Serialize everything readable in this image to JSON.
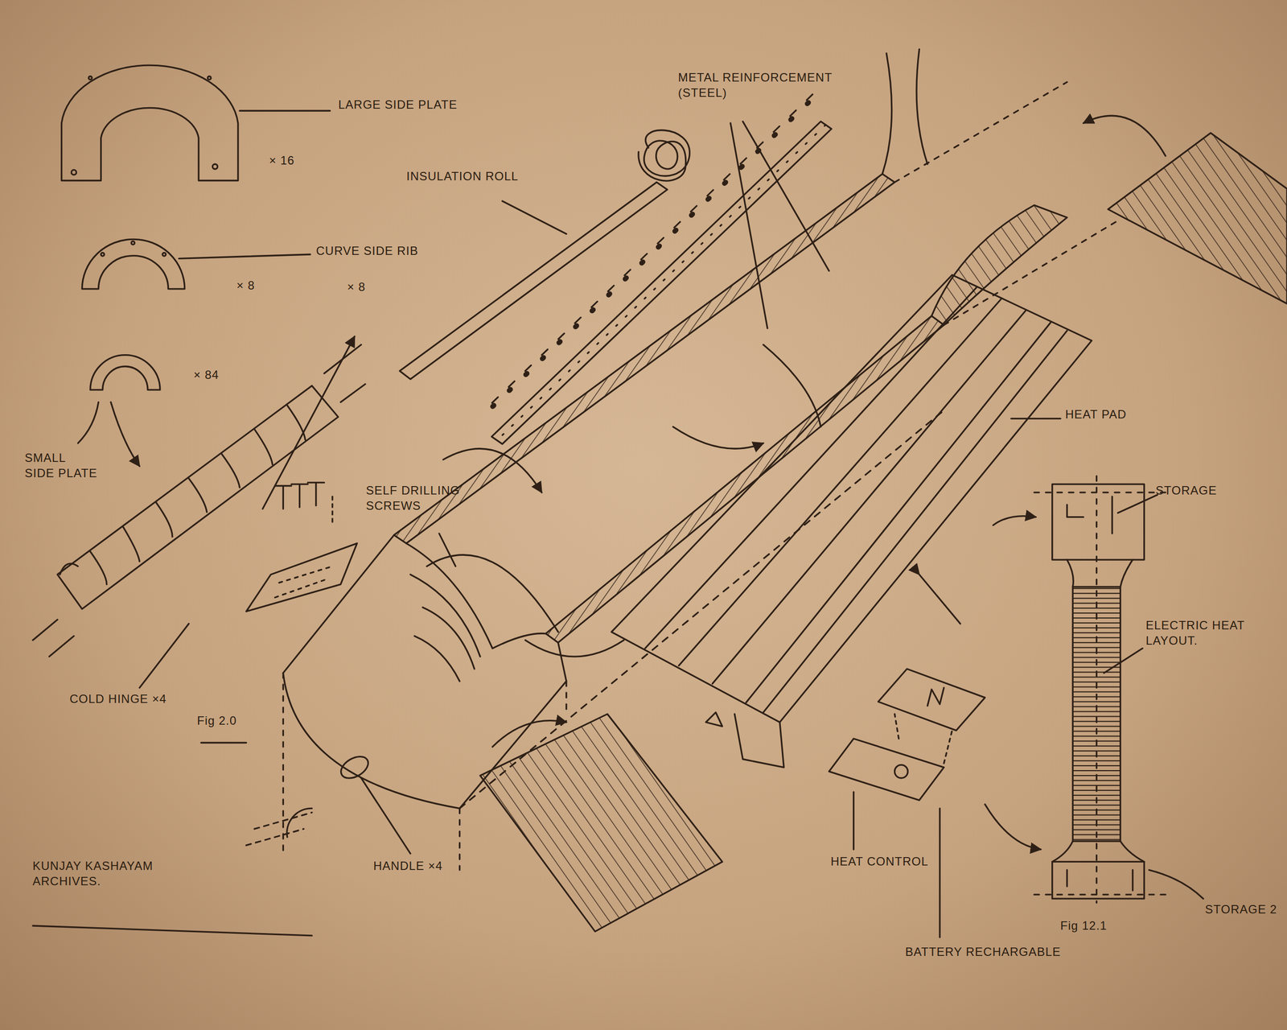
{
  "diagram": {
    "labels": [
      "LARGE SIDE PLATE",
      "× 16",
      "CURVE SIDE RIB",
      "× 8",
      "× 8",
      "× 84",
      "SMALL SIDE PLATE",
      "INSULATION ROLL",
      "METAL REINFORCEMENT (STEEL)",
      "SELF DRILLING SCREWS",
      "COLD HINGE ×4",
      "Fig 2.0",
      "HANDLE ×4",
      "KUNJAY KASHAYAM ARCHIVES.",
      "HEAT PAD",
      "STORAGE",
      "ELECTRIC HEAT LAYOUT.",
      "HEAT CONTROL",
      "BATTERY RECHARGABLE",
      "Fig 12.1",
      "STORAGE 2"
    ]
  }
}
